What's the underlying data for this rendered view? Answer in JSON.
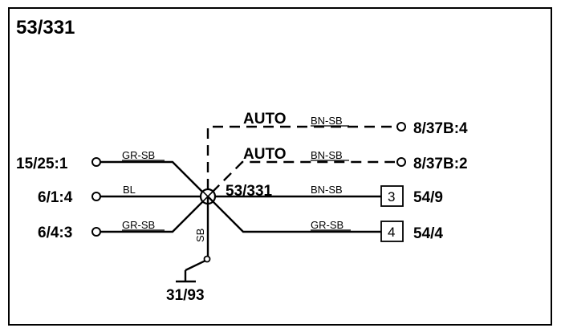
{
  "diagram": {
    "title": "53/331",
    "junction_label": "53/331",
    "left_terminals": [
      "15/25:1",
      "6/1:4",
      "6/4:3"
    ],
    "left_wires": [
      "GR-SB",
      "BL",
      "GR-SB"
    ],
    "auto_labels": [
      "AUTO",
      "AUTO"
    ],
    "auto_wires": [
      "BN-SB",
      "BN-SB"
    ],
    "auto_terminals": [
      "8/37B:4",
      "8/37B:2"
    ],
    "connector_wires": [
      "BN-SB",
      "GR-SB"
    ],
    "connector_pins": [
      "3",
      "4"
    ],
    "connector_terminals": [
      "54/9",
      "54/4"
    ],
    "ground_wire": "SB",
    "ground_label": "31/93"
  }
}
